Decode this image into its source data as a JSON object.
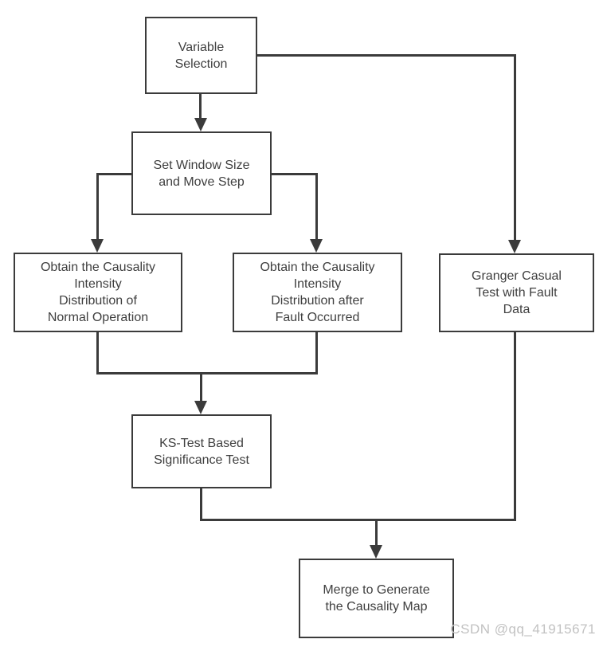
{
  "diagram": {
    "title_hint": "Causality map generation flowchart",
    "nodes": {
      "variable_selection": {
        "label": "Variable\nSelection"
      },
      "set_window": {
        "label": "Set Window Size\nand Move Step"
      },
      "obtain_normal": {
        "label": "Obtain the Causality\nIntensity\nDistribution of\nNormal Operation"
      },
      "obtain_fault": {
        "label": "Obtain the Causality\nIntensity\nDistribution after\nFault Occurred"
      },
      "granger": {
        "label": "Granger Casual\nTest with Fault\nData"
      },
      "ks_test": {
        "label": "KS-Test Based\nSignificance Test"
      },
      "merge": {
        "label": "Merge to Generate\nthe Causality Map"
      }
    },
    "edges": [
      {
        "from": "variable_selection",
        "to": "set_window"
      },
      {
        "from": "variable_selection",
        "to": "granger"
      },
      {
        "from": "set_window",
        "to": "obtain_normal"
      },
      {
        "from": "set_window",
        "to": "obtain_fault"
      },
      {
        "from": "obtain_normal",
        "to": "ks_test"
      },
      {
        "from": "obtain_fault",
        "to": "ks_test"
      },
      {
        "from": "ks_test",
        "to": "merge"
      },
      {
        "from": "granger",
        "to": "merge"
      }
    ],
    "colors": {
      "line": "#3b3b3b",
      "text": "#3f3f3f",
      "background": "#ffffff",
      "watermark": "#c2c2c2"
    },
    "watermark": "CSDN @qq_41915671"
  }
}
